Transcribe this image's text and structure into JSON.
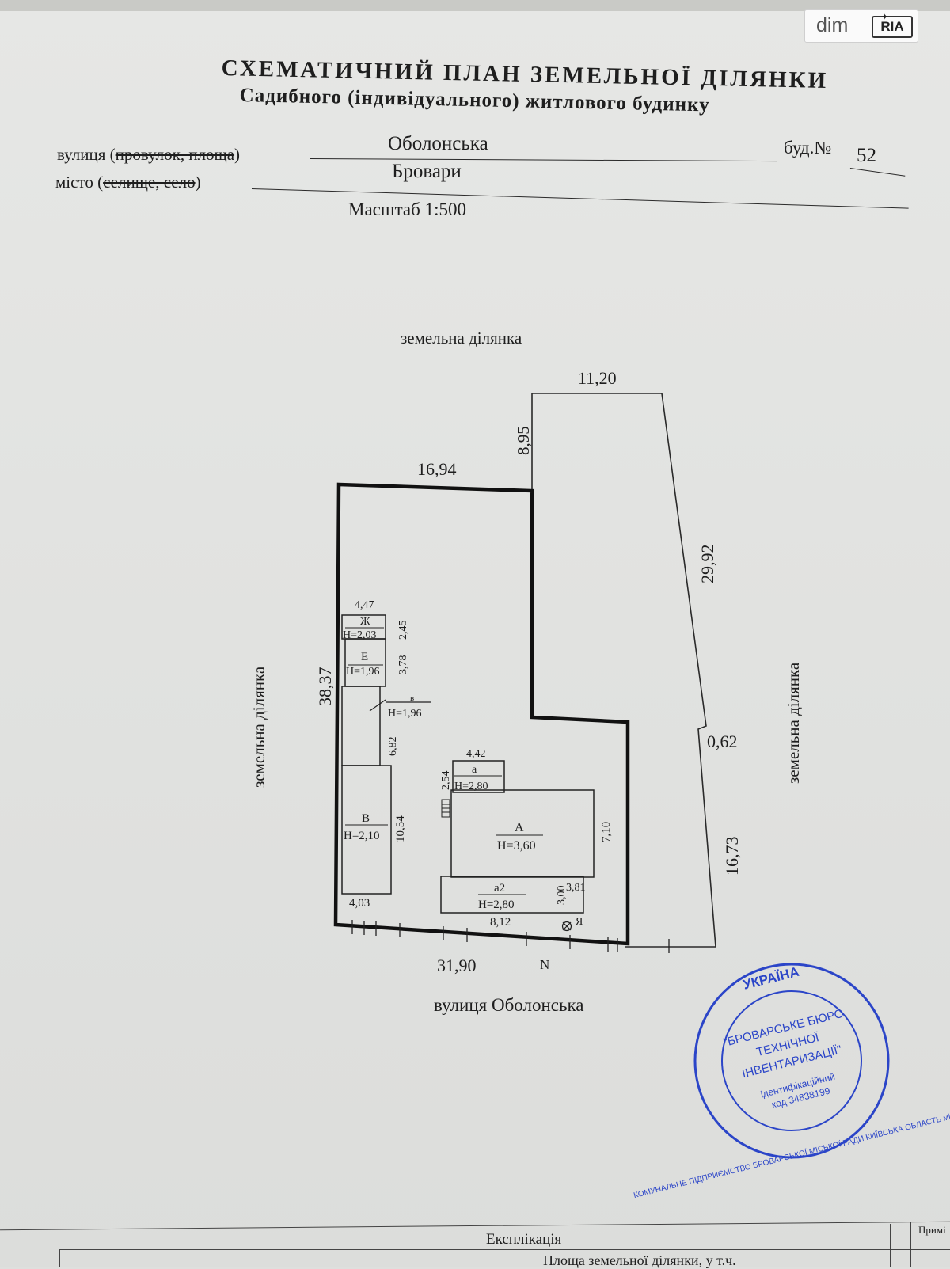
{
  "header": {
    "title": "СХЕМАТИЧНИЙ ПЛАН ЗЕМЕЛЬНОЇ ДІЛЯНКИ",
    "subtitle": "Садибного (індивідуального) житлового будинку"
  },
  "address": {
    "street_label": "вулиця (",
    "street_struck": "провулок, площа",
    "street_close": ")",
    "street_value": "Оболонська",
    "building_label": "буд.№",
    "building_value": "52",
    "city_label": "місто (",
    "city_struck": "селище, село",
    "city_close": ")",
    "city_value": "Бровари"
  },
  "scale_label": "Масштаб 1:500",
  "watermark": {
    "text": "dim",
    "logo": "RIA"
  },
  "plan": {
    "neighbor_top": "земельна ділянка",
    "neighbor_left": "земельна ділянка",
    "neighbor_right": "земельна ділянка",
    "street_name": "вулиця Оболонська",
    "north_label": "N",
    "dimensions": {
      "top_right": "11,20",
      "right_offset": "8,95",
      "top_left": "16,94",
      "right_upper": "29,92",
      "left_side": "38,37",
      "right_jog": "0,62",
      "right_lower": "16,73",
      "bottom": "31,90"
    },
    "buildings": [
      {
        "id": "zh",
        "name": "Ж",
        "height": "Н=2,03",
        "width_dim": "4,47",
        "side_dim": "2,45"
      },
      {
        "id": "e",
        "name": "Е",
        "height": "Н=1,96",
        "side_dim": "3,78"
      },
      {
        "id": "v_small",
        "name": "в",
        "height": "Н=1,96",
        "side_dim": "6,82"
      },
      {
        "id": "v",
        "name": "В",
        "height": "Н=2,10",
        "side_dim": "10,54",
        "bottom_dim": "4,03"
      },
      {
        "id": "a_small",
        "name": "а",
        "height": "Н=2,80",
        "width_dim": "4,42",
        "side_dim": "2,54"
      },
      {
        "id": "a",
        "name": "А",
        "height": "Н=3,60",
        "side_dim": "7,10"
      },
      {
        "id": "a2",
        "name": "а2",
        "height": "Н=2,80",
        "side_dim": "3,00",
        "side_dim2": "3,81",
        "bottom_dim": "8,12"
      }
    ],
    "well_label": "Я"
  },
  "stamp": {
    "outer_top": "УКРАЇНА",
    "outer_ring": "КОМУНАЛЬНЕ ПІДПРИЄМСТВО БРОВАРСЬКОЇ МІСЬКОЇ РАДИ КИЇВСЬКА ОБЛАСТЬ місто Бровари",
    "line1": "\"БРОВАРСЬКЕ БЮРО",
    "line2": "ТЕХНІЧНОЇ",
    "line3": "ІНВЕНТАРИЗАЦІЇ\"",
    "id_label": "ідентифікаційний",
    "id_code": "код 34838199"
  },
  "footer": {
    "explication": "Експлікація",
    "area_label": "Площа земельної ділянки, у т.ч.",
    "note": "Примі"
  },
  "colors": {
    "ink": "#1e1e1e",
    "stamp": "#2b45c8",
    "paper": "#e3e4e2"
  }
}
